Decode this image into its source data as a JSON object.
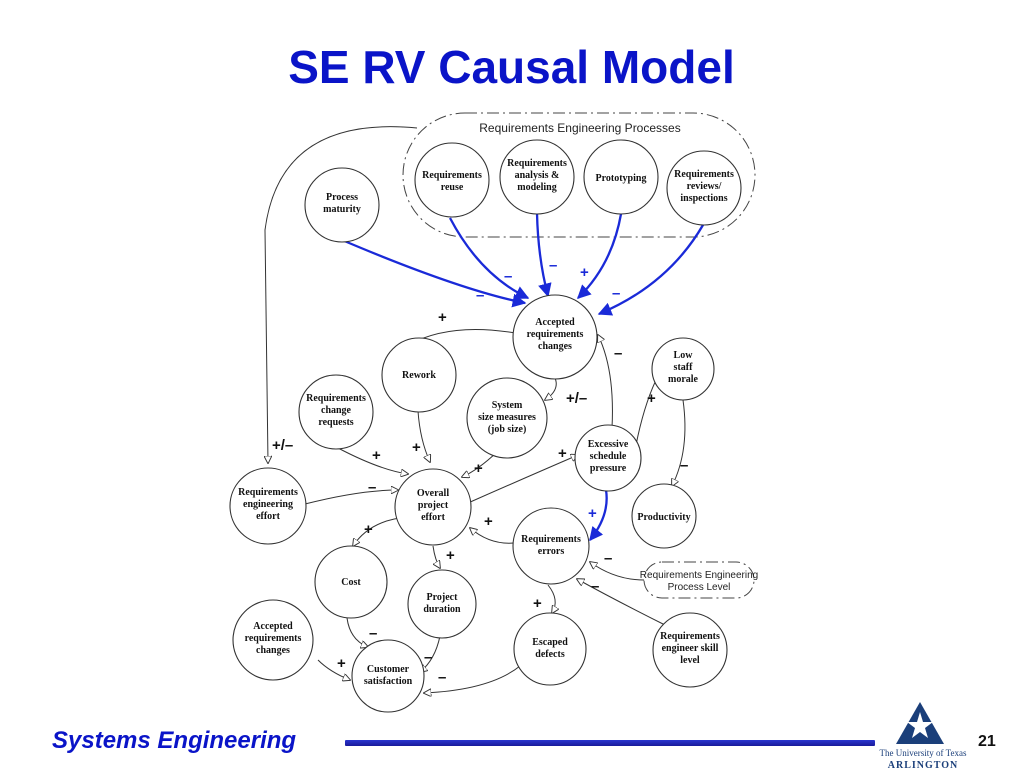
{
  "slide": {
    "title": "SE RV Causal Model",
    "footer": "Systems Engineering",
    "page_number": "21"
  },
  "logo": {
    "line1": "The University of Texas",
    "line2": "ARLINGTON"
  },
  "groups": {
    "processes": "Requirements Engineering Processes",
    "process_level": [
      "Requirements Engineering",
      "Process Level"
    ]
  },
  "nodes": {
    "req_reuse": [
      "Requirements",
      "reuse"
    ],
    "req_analysis": [
      "Requirements",
      "analysis &",
      "modeling"
    ],
    "prototyping": [
      "Prototyping"
    ],
    "req_reviews": [
      "Requirements",
      "reviews/",
      "inspections"
    ],
    "process_maturity": [
      "Process",
      "maturity"
    ],
    "accepted_changes": [
      "Accepted",
      "requirements",
      "changes"
    ],
    "rework": [
      "Rework"
    ],
    "system_size": [
      "System",
      "size measures",
      "(job size)"
    ],
    "req_change_requests": [
      "Requirements",
      "change",
      "requests"
    ],
    "low_staff_morale": [
      "Low",
      "staff",
      "morale"
    ],
    "excessive_schedule": [
      "Excessive",
      "schedule",
      "pressure"
    ],
    "req_eng_effort": [
      "Requirements",
      "engineering",
      "effort"
    ],
    "overall_effort": [
      "Overall",
      "project",
      "effort"
    ],
    "productivity": [
      "Productivity"
    ],
    "req_errors": [
      "Requirements",
      "errors"
    ],
    "cost": [
      "Cost"
    ],
    "project_duration": [
      "Project",
      "duration"
    ],
    "accepted_changes_2": [
      "Accepted",
      "requirements",
      "changes"
    ],
    "escaped_defects": [
      "Escaped",
      "defects"
    ],
    "req_engineer_skill": [
      "Requirements",
      "engineer skill",
      "level"
    ],
    "customer_satisfaction": [
      "Customer",
      "satisfaction"
    ]
  },
  "signs": {
    "reuse_to_accepted": "–",
    "analysis_to_accepted": "–",
    "prototyping_to_accepted": "+",
    "reviews_to_accepted": "–",
    "maturity_to_accepted": "–",
    "accepted_to_rework": "+",
    "schedule_to_accepted": "–",
    "accepted_to_size": "+/–",
    "loop_to_req_effort": "+/–",
    "change_requests_to_overall": "+",
    "rework_to_overall": "+",
    "size_to_overall": "+",
    "overall_to_schedule": "+",
    "req_effort_to_overall": "–",
    "schedule_to_morale": "+",
    "morale_to_productivity": "–",
    "schedule_to_errors": "+",
    "overall_to_cost": "+",
    "errors_to_overall": "+",
    "overall_to_duration": "+",
    "process_level_to_errors": "–",
    "skill_to_errors": "–",
    "errors_to_escaped": "+",
    "cost_to_satisfaction": "–",
    "duration_to_satisfaction": "–",
    "accepted2_to_satisfaction": "+",
    "escaped_to_satisfaction": "–"
  },
  "colors": {
    "title": "#0a14c8",
    "blue_edge": "#1a2ad8",
    "footer_bar": "#1a1a9a"
  }
}
